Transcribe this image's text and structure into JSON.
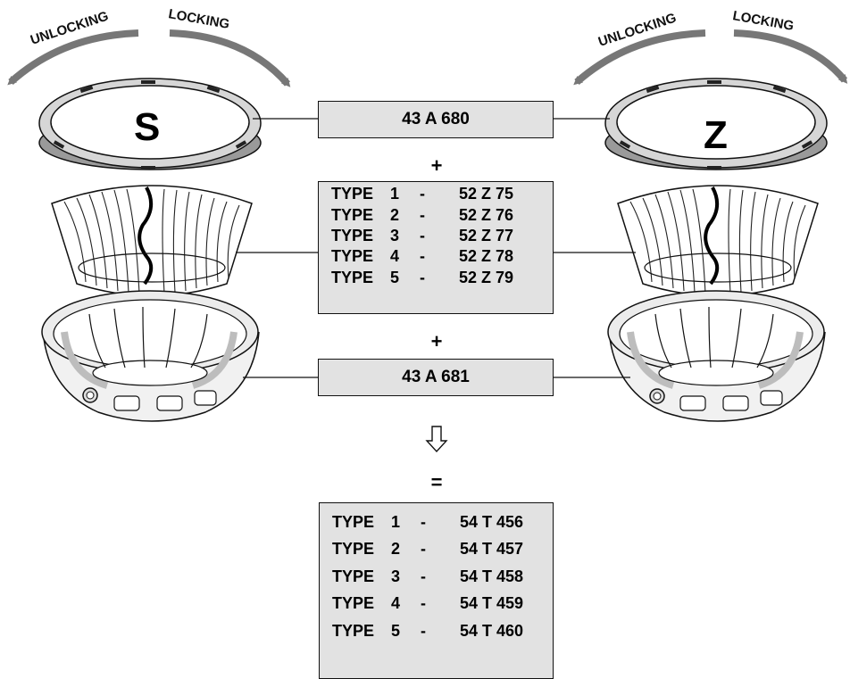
{
  "labels": {
    "unlocking_left": "UNLOCKING",
    "locking_left": "LOCKING",
    "unlocking_right": "UNLOCKING",
    "locking_right": "LOCKING",
    "ring_left": "S",
    "ring_right": "Z"
  },
  "top_part": "43 A 680",
  "plus_1": "+",
  "cone_types": [
    {
      "type": "TYPE",
      "num": "1",
      "dash": "-",
      "code": "52 Z 75"
    },
    {
      "type": "TYPE",
      "num": "2",
      "dash": "-",
      "code": "52 Z 76"
    },
    {
      "type": "TYPE",
      "num": "3",
      "dash": "-",
      "code": "52 Z 77"
    },
    {
      "type": "TYPE",
      "num": "4",
      "dash": "-",
      "code": "52 Z 78"
    },
    {
      "type": "TYPE",
      "num": "5",
      "dash": "-",
      "code": "52 Z 79"
    }
  ],
  "plus_2": "+",
  "bottom_part": "43 A 681",
  "equals": "=",
  "result_types": [
    {
      "type": "TYPE",
      "num": "1",
      "dash": "-",
      "code": "54 T 456"
    },
    {
      "type": "TYPE",
      "num": "2",
      "dash": "-",
      "code": "54 T 457"
    },
    {
      "type": "TYPE",
      "num": "3",
      "dash": "-",
      "code": "54 T 458"
    },
    {
      "type": "TYPE",
      "num": "4",
      "dash": "-",
      "code": "54 T 459"
    },
    {
      "type": "TYPE",
      "num": "5",
      "dash": "-",
      "code": "54 T 460"
    }
  ]
}
